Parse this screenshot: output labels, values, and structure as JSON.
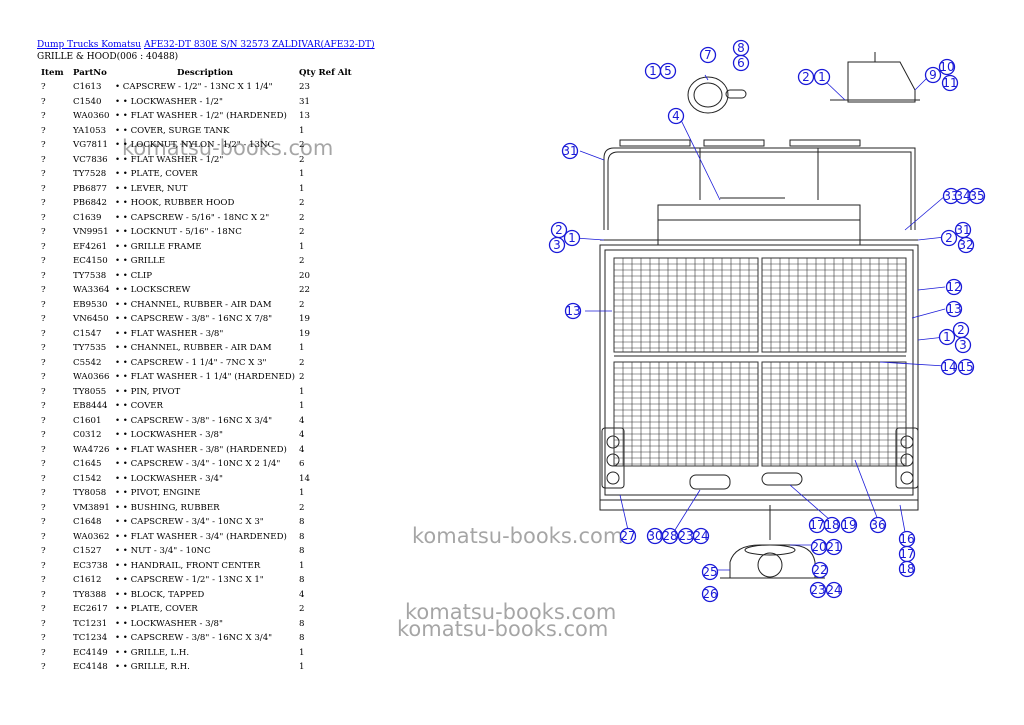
{
  "breadcrumb": {
    "link1": "Dump Trucks Komatsu",
    "link2": "AFE32-DT 830E S/N 32573 ZALDIVAR(AFE32-DT)"
  },
  "subtitle": "GRILLE & HOOD(006 : 40488)",
  "table": {
    "headers": {
      "item": "Item",
      "part": "PartNo",
      "desc": "Description",
      "qty": "Qty Ref Alt"
    },
    "rows": [
      {
        "item": "?",
        "part": "C1613",
        "desc": "• CAPSCREW - 1/2\" - 13NC X 1 1/4\"",
        "qty": "23"
      },
      {
        "item": "?",
        "part": "C1540",
        "desc": "• • LOCKWASHER - 1/2\"",
        "qty": "31"
      },
      {
        "item": "?",
        "part": "WA0360",
        "desc": "• • FLAT WASHER - 1/2\" (HARDENED)",
        "qty": "13"
      },
      {
        "item": "?",
        "part": "YA1053",
        "desc": "• • COVER, SURGE TANK",
        "qty": "1"
      },
      {
        "item": "?",
        "part": "VG7811",
        "desc": "• • LOCKNUT, NYLON - 1/2\" - 13NC",
        "qty": "2"
      },
      {
        "item": "?",
        "part": "VC7836",
        "desc": "• • FLAT WASHER - 1/2\"",
        "qty": "2"
      },
      {
        "item": "?",
        "part": "TY7528",
        "desc": "• • PLATE, COVER",
        "qty": "1"
      },
      {
        "item": "?",
        "part": "PB6877",
        "desc": "• • LEVER, NUT",
        "qty": "1"
      },
      {
        "item": "?",
        "part": "PB6842",
        "desc": "• • HOOK, RUBBER HOOD",
        "qty": "2"
      },
      {
        "item": "?",
        "part": "C1639",
        "desc": "• • CAPSCREW - 5/16\" - 18NC X 2\"",
        "qty": "2"
      },
      {
        "item": "?",
        "part": "VN9951",
        "desc": "• • LOCKNUT - 5/16\" - 18NC",
        "qty": "2"
      },
      {
        "item": "?",
        "part": "EF4261",
        "desc": "• • GRILLE FRAME",
        "qty": "1"
      },
      {
        "item": "?",
        "part": "EC4150",
        "desc": "• • GRILLE",
        "qty": "2"
      },
      {
        "item": "?",
        "part": "TY7538",
        "desc": "• • CLIP",
        "qty": "20"
      },
      {
        "item": "?",
        "part": "WA3364",
        "desc": "• • LOCKSCREW",
        "qty": "22"
      },
      {
        "item": "?",
        "part": "EB9530",
        "desc": "• • CHANNEL, RUBBER - AIR DAM",
        "qty": "2"
      },
      {
        "item": "?",
        "part": "VN6450",
        "desc": "• • CAPSCREW - 3/8\" - 16NC X 7/8\"",
        "qty": "19"
      },
      {
        "item": "?",
        "part": "C1547",
        "desc": "• • FLAT WASHER - 3/8\"",
        "qty": "19"
      },
      {
        "item": "?",
        "part": "TY7535",
        "desc": "• • CHANNEL, RUBBER - AIR DAM",
        "qty": "1"
      },
      {
        "item": "?",
        "part": "C5542",
        "desc": "• • CAPSCREW - 1 1/4\" - 7NC X 3\"",
        "qty": "2"
      },
      {
        "item": "?",
        "part": "WA0366",
        "desc": "• • FLAT WASHER - 1 1/4\" (HARDENED)",
        "qty": "2"
      },
      {
        "item": "?",
        "part": "TY8055",
        "desc": "• • PIN, PIVOT",
        "qty": "1"
      },
      {
        "item": "?",
        "part": "EB8444",
        "desc": "• • COVER",
        "qty": "1"
      },
      {
        "item": "?",
        "part": "C1601",
        "desc": "• • CAPSCREW - 3/8\" - 16NC X 3/4\"",
        "qty": "4"
      },
      {
        "item": "?",
        "part": "C0312",
        "desc": "• • LOCKWASHER - 3/8\"",
        "qty": "4"
      },
      {
        "item": "?",
        "part": "WA4726",
        "desc": "• • FLAT WASHER - 3/8\" (HARDENED)",
        "qty": "4"
      },
      {
        "item": "?",
        "part": "C1645",
        "desc": "• • CAPSCREW - 3/4\" - 10NC X 2 1/4\"",
        "qty": "6"
      },
      {
        "item": "?",
        "part": "C1542",
        "desc": "• • LOCKWASHER - 3/4\"",
        "qty": "14"
      },
      {
        "item": "?",
        "part": "TY8058",
        "desc": "• • PIVOT, ENGINE",
        "qty": "1"
      },
      {
        "item": "?",
        "part": "VM3891",
        "desc": "• • BUSHING, RUBBER",
        "qty": "2"
      },
      {
        "item": "?",
        "part": "C1648",
        "desc": "• • CAPSCREW - 3/4\" - 10NC X 3\"",
        "qty": "8"
      },
      {
        "item": "?",
        "part": "WA0362",
        "desc": "• • FLAT WASHER - 3/4\" (HARDENED)",
        "qty": "8"
      },
      {
        "item": "?",
        "part": "C1527",
        "desc": "• • NUT - 3/4\" - 10NC",
        "qty": "8"
      },
      {
        "item": "?",
        "part": "EC3738",
        "desc": "• • HANDRAIL, FRONT CENTER",
        "qty": "1"
      },
      {
        "item": "?",
        "part": "C1612",
        "desc": "• • CAPSCREW - 1/2\" - 13NC X 1\"",
        "qty": "8"
      },
      {
        "item": "?",
        "part": "TY8388",
        "desc": "• • BLOCK, TAPPED",
        "qty": "4"
      },
      {
        "item": "?",
        "part": "EC2617",
        "desc": "• • PLATE, COVER",
        "qty": "2"
      },
      {
        "item": "?",
        "part": "TC1231",
        "desc": "• • LOCKWASHER - 3/8\"",
        "qty": "8"
      },
      {
        "item": "?",
        "part": "TC1234",
        "desc": "• • CAPSCREW - 3/8\" - 16NC X 3/4\"",
        "qty": "8"
      },
      {
        "item": "?",
        "part": "EC4149",
        "desc": "• • GRILLE, L.H.",
        "qty": "1"
      },
      {
        "item": "?",
        "part": "EC4148",
        "desc": "• • GRILLE, R.H.",
        "qty": "1"
      }
    ]
  },
  "watermarks": {
    "w1": "komatsu-books.com",
    "w2": "komatsu-books.com",
    "w3": "komatsu-books.com",
    "w4": "komatsu-books.com"
  },
  "callouts": [
    "1",
    "2",
    "3",
    "4",
    "5",
    "6",
    "7",
    "8",
    "9",
    "10",
    "11",
    "12",
    "13",
    "14",
    "15",
    "16",
    "17",
    "18",
    "19",
    "20",
    "21",
    "22",
    "23",
    "24",
    "25",
    "26",
    "27",
    "28",
    "30",
    "31",
    "32",
    "33",
    "34",
    "35",
    "36"
  ],
  "colors": {
    "link": "#0000ee",
    "callout": "#1a1ad8"
  }
}
